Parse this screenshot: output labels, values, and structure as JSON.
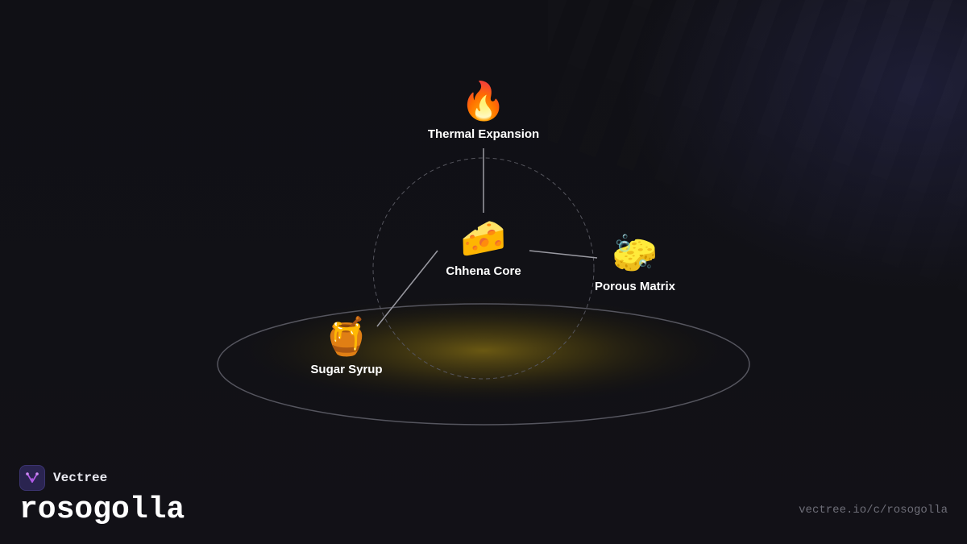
{
  "brand": {
    "name": "Vectree",
    "logo_icon": "tree-branch-icon",
    "logo_color": "#b15be6"
  },
  "page": {
    "title": "rosogolla",
    "url": "vectree.io/c/rosogolla"
  },
  "diagram": {
    "center": {
      "label": "Chhena Core",
      "icon": "🧀",
      "icon_name": "cheese-icon"
    },
    "nodes": [
      {
        "id": "thermal",
        "label": "Thermal Expansion",
        "icon": "🔥",
        "icon_name": "fire-icon"
      },
      {
        "id": "porous",
        "label": "Porous Matrix",
        "icon": "🧽",
        "icon_name": "sponge-icon"
      },
      {
        "id": "syrup",
        "label": "Sugar Syrup",
        "icon": "🍯",
        "icon_name": "honey-pot-icon"
      }
    ],
    "colors": {
      "glow": "#6b5a10",
      "connector": "#9a9aa2",
      "ring": "#4a4a52"
    }
  }
}
